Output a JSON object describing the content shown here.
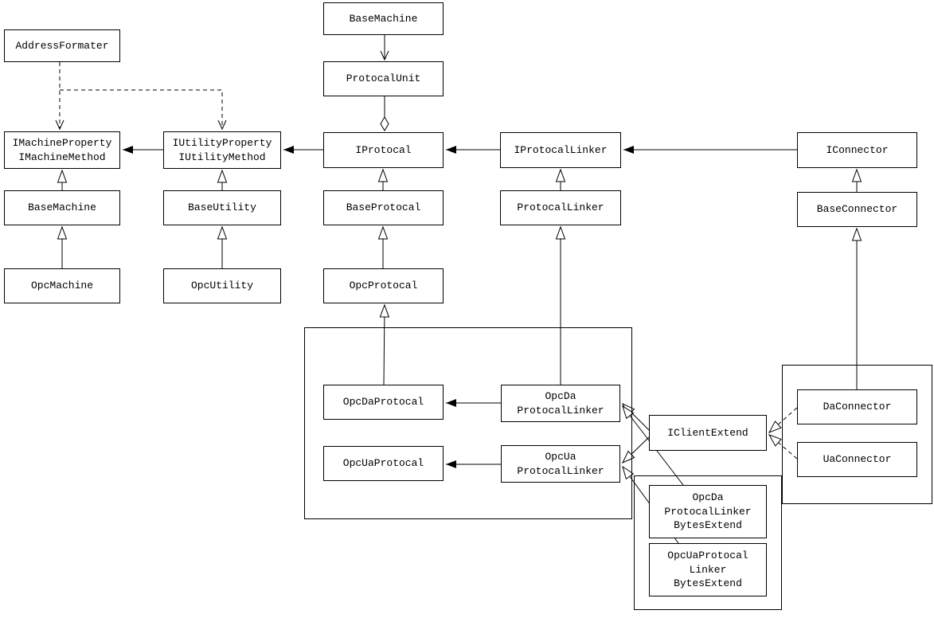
{
  "diagram": {
    "kind": "uml-class-diagram",
    "colors": {
      "background": "#ffffff",
      "line": "#000000",
      "box_border": "#000000",
      "box_fill": "#ffffff"
    },
    "nodes": {
      "address_formater": {
        "label": "AddressFormater"
      },
      "base_machine_top": {
        "label": "BaseMachine"
      },
      "protocal_unit": {
        "label": "ProtocalUnit"
      },
      "imachine": {
        "label": "IMachineProperty\nIMachineMethod"
      },
      "iutility": {
        "label": "IUtilityProperty\nIUtilityMethod"
      },
      "iprotocal": {
        "label": "IProtocal"
      },
      "iprotocal_linker": {
        "label": "IProtocalLinker"
      },
      "iconnector": {
        "label": "IConnector"
      },
      "base_machine": {
        "label": "BaseMachine"
      },
      "base_utility": {
        "label": "BaseUtility"
      },
      "base_protocal": {
        "label": "BaseProtocal"
      },
      "protocal_linker": {
        "label": "ProtocalLinker"
      },
      "base_connector": {
        "label": "BaseConnector"
      },
      "opc_machine": {
        "label": "OpcMachine"
      },
      "opc_utility": {
        "label": "OpcUtility"
      },
      "opc_protocal": {
        "label": "OpcProtocal"
      },
      "opc_da_protocal": {
        "label": "OpcDaProtocal"
      },
      "opc_da_protocal_linker": {
        "label": "OpcDa\nProtocalLinker"
      },
      "opc_ua_protocal": {
        "label": "OpcUaProtocal"
      },
      "opc_ua_protocal_linker": {
        "label": "OpcUa\nProtocalLinker"
      },
      "iclient_extend": {
        "label": "IClientExtend"
      },
      "da_connector": {
        "label": "DaConnector"
      },
      "ua_connector": {
        "label": "UaConnector"
      },
      "opc_da_protocal_linker_bytes_extend": {
        "label": "OpcDa\nProtocalLinker\nBytesExtend"
      },
      "opc_ua_protocal_linker_bytes_extend": {
        "label": "OpcUaProtocal\nLinker\nBytesExtend"
      }
    },
    "edges": [
      {
        "from": "BaseMachine (top)",
        "to": "ProtocalUnit",
        "type": "directed-open-arrow"
      },
      {
        "from": "ProtocalUnit",
        "to": "IProtocal",
        "type": "aggregation-open-diamond"
      },
      {
        "from": "IProtocalLinker",
        "to": "IProtocal",
        "type": "association-solid-arrow"
      },
      {
        "from": "IConnector",
        "to": "IProtocalLinker",
        "type": "association-solid-arrow"
      },
      {
        "from": "IProtocal",
        "to": "IUtilityProperty/IUtilityMethod",
        "type": "association-solid-arrow"
      },
      {
        "from": "IUtilityProperty/IUtilityMethod",
        "to": "IMachineProperty/IMachineMethod",
        "type": "association-solid-arrow"
      },
      {
        "from": "AddressFormater",
        "to": "IMachineProperty/IMachineMethod",
        "type": "dependency-dashed"
      },
      {
        "from": "AddressFormater",
        "to": "IUtilityProperty/IUtilityMethod",
        "type": "dependency-dashed"
      },
      {
        "from": "BaseMachine",
        "to": "IMachineProperty/IMachineMethod",
        "type": "generalization"
      },
      {
        "from": "BaseUtility",
        "to": "IUtilityProperty/IUtilityMethod",
        "type": "generalization"
      },
      {
        "from": "BaseProtocal",
        "to": "IProtocal",
        "type": "generalization"
      },
      {
        "from": "ProtocalLinker",
        "to": "IProtocalLinker",
        "type": "generalization"
      },
      {
        "from": "BaseConnector",
        "to": "IConnector",
        "type": "generalization"
      },
      {
        "from": "OpcMachine",
        "to": "BaseMachine",
        "type": "generalization"
      },
      {
        "from": "OpcUtility",
        "to": "BaseUtility",
        "type": "generalization"
      },
      {
        "from": "OpcProtocal",
        "to": "BaseProtocal",
        "type": "generalization"
      },
      {
        "from": "OpcDaProtocal",
        "to": "OpcProtocal",
        "type": "generalization"
      },
      {
        "from": "OpcDa ProtocalLinker",
        "to": "ProtocalLinker",
        "type": "generalization"
      },
      {
        "from": "DaConnector",
        "to": "BaseConnector",
        "type": "generalization"
      },
      {
        "from": "OpcDa ProtocalLinker",
        "to": "OpcDaProtocal",
        "type": "association-solid-arrow"
      },
      {
        "from": "OpcUa ProtocalLinker",
        "to": "OpcUaProtocal",
        "type": "association-solid-arrow"
      },
      {
        "from": "IClientExtend",
        "to": "OpcDa ProtocalLinker",
        "type": "generalization"
      },
      {
        "from": "IClientExtend",
        "to": "OpcUa ProtocalLinker",
        "type": "generalization"
      },
      {
        "from": "OpcDa ProtocalLinker BytesExtend",
        "to": "OpcDa ProtocalLinker",
        "type": "generalization"
      },
      {
        "from": "OpcUaProtocal Linker BytesExtend",
        "to": "OpcUa ProtocalLinker",
        "type": "generalization"
      },
      {
        "from": "DaConnector",
        "to": "IClientExtend",
        "type": "realization-dashed-triangle"
      },
      {
        "from": "UaConnector",
        "to": "IClientExtend",
        "type": "realization-dashed-triangle"
      }
    ]
  }
}
